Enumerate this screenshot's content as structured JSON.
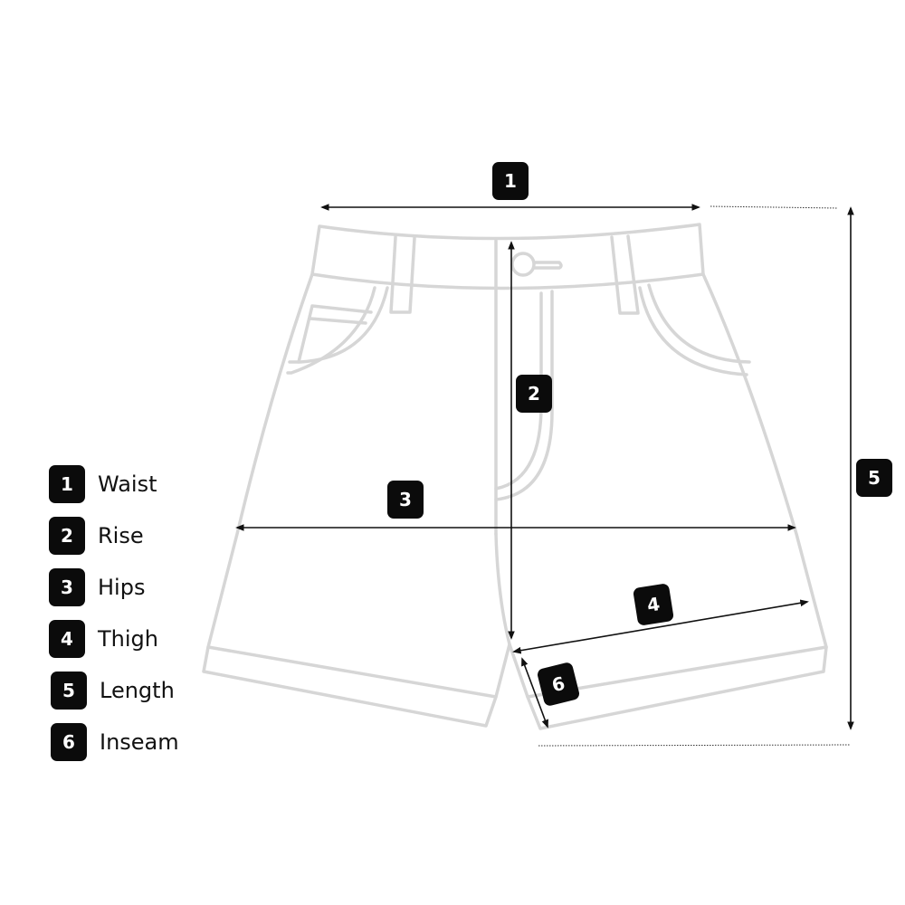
{
  "markers": {
    "m1": "1",
    "m2": "2",
    "m3": "3",
    "m4": "4",
    "m5": "5",
    "m6": "6"
  },
  "legend": [
    {
      "num": "1",
      "label": "Waist"
    },
    {
      "num": "2",
      "label": "Rise"
    },
    {
      "num": "3",
      "label": "Hips"
    },
    {
      "num": "4",
      "label": "Thigh"
    },
    {
      "num": "5",
      "label": "Length"
    },
    {
      "num": "6",
      "label": "Inseam"
    }
  ],
  "colors": {
    "outline": "#d6d6d6",
    "badge": "#0b0b0b",
    "measure_line": "#111111"
  }
}
